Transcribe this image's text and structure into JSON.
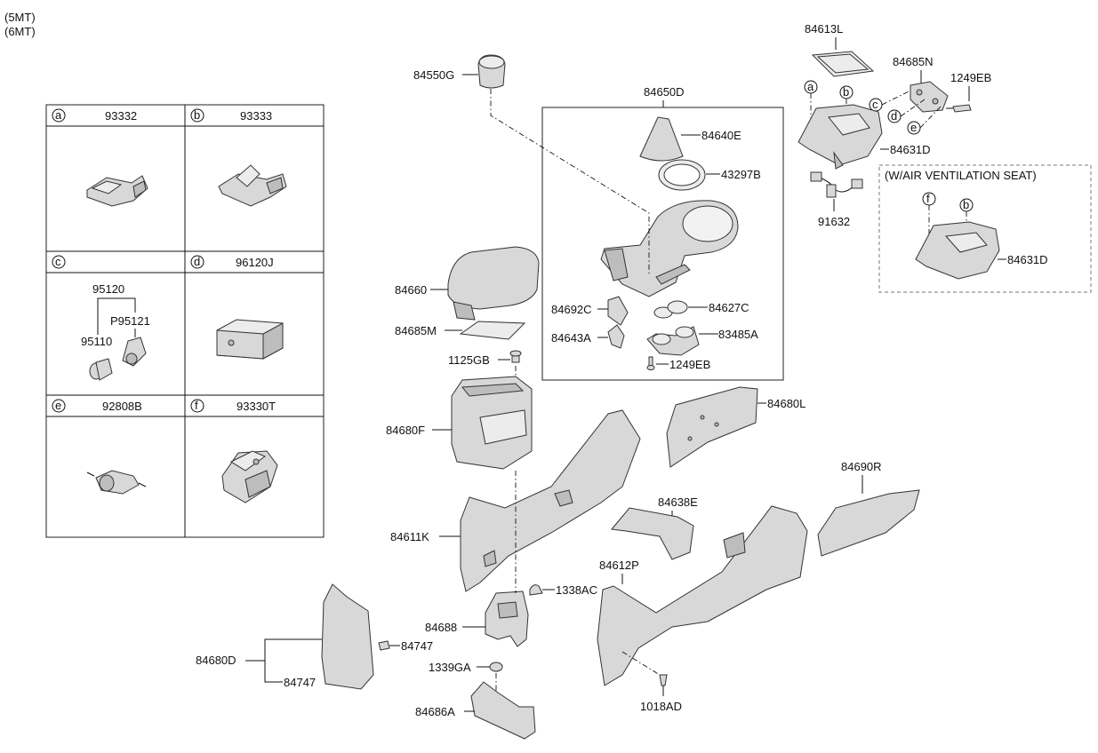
{
  "variants": [
    "(5MT)",
    "(6MT)"
  ],
  "legend": {
    "cells": [
      {
        "letter": "a",
        "code": "93332"
      },
      {
        "letter": "b",
        "code": "93333"
      },
      {
        "letter": "c",
        "code": ""
      },
      {
        "letter": "d",
        "code": "96120J"
      },
      {
        "letter": "e",
        "code": "92808B"
      },
      {
        "letter": "f",
        "code": "93330T"
      }
    ],
    "c_sub": {
      "top": "95120",
      "plug": "P95121",
      "socket": "95110"
    }
  },
  "inset": {
    "group": "84650D"
  },
  "air_seat": {
    "title": "(W/AIR VENTILATION SEAT)"
  },
  "labels": {
    "p84550G": "84550G",
    "p84640E": "84640E",
    "p43297B": "43297B",
    "p84692C": "84692C",
    "p84627C": "84627C",
    "p84643A": "84643A",
    "p83485A": "83485A",
    "p1249EB_in": "1249EB",
    "p84613L": "84613L",
    "p84685N": "84685N",
    "p1249EB": "1249EB",
    "p84631D": "84631D",
    "p91632": "91632",
    "p84631D_b": "84631D",
    "p84660": "84660",
    "p84685M": "84685M",
    "p1125GB": "1125GB",
    "p84680F": "84680F",
    "p84680L": "84680L",
    "p84690R": "84690R",
    "p84638E": "84638E",
    "p84611K": "84611K",
    "p84612P": "84612P",
    "p1338AC": "1338AC",
    "p84688": "84688",
    "p84747a": "84747",
    "p84680D": "84680D",
    "p84747b": "84747",
    "p1339GA": "1339GA",
    "p1018AD": "1018AD",
    "p84686A": "84686A"
  },
  "callouts": {
    "a": "a",
    "b": "b",
    "c": "c",
    "d": "d",
    "e": "e",
    "f": "f",
    "b2": "b"
  },
  "colors": {
    "line": "#111111",
    "part_fill": "#d8d8d8",
    "frame": "#222222",
    "dashed_frame": "#777777"
  }
}
